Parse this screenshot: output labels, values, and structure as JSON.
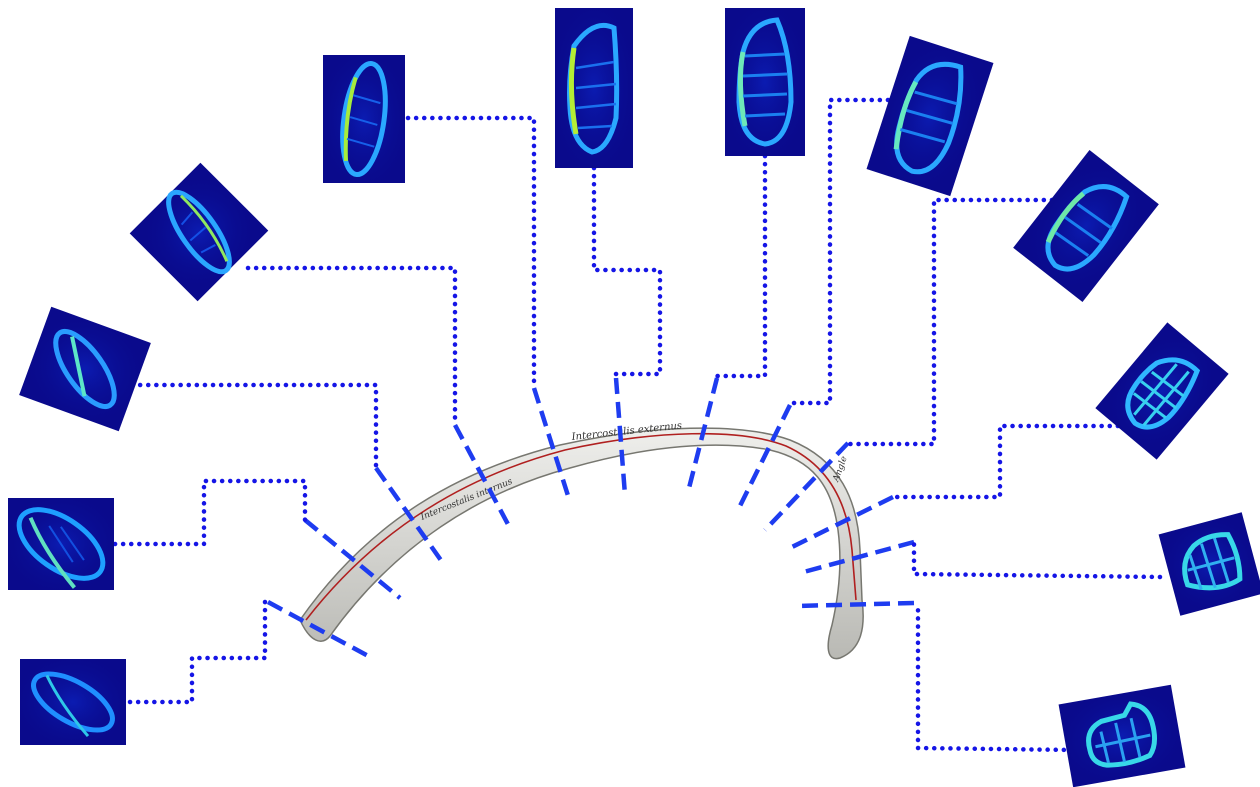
{
  "figure": {
    "rib_labels": {
      "outer_muscle": "Intercostalis externus",
      "inner_muscle": "Intercostalis internus",
      "angle": "Angle"
    },
    "cross_sections": [
      {
        "id": "cs-1"
      },
      {
        "id": "cs-2"
      },
      {
        "id": "cs-3"
      },
      {
        "id": "cs-4"
      },
      {
        "id": "cs-5"
      },
      {
        "id": "cs-6"
      },
      {
        "id": "cs-7"
      },
      {
        "id": "cs-8"
      },
      {
        "id": "cs-9"
      },
      {
        "id": "cs-10"
      },
      {
        "id": "cs-11"
      },
      {
        "id": "cs-12"
      }
    ],
    "colors": {
      "panel_bg": "#0a0a8c",
      "connector": "#1515e6",
      "cut_line": "#1e3cf0",
      "bone_fill": "#d8d8d4",
      "muscle_line": "#b02020"
    }
  }
}
